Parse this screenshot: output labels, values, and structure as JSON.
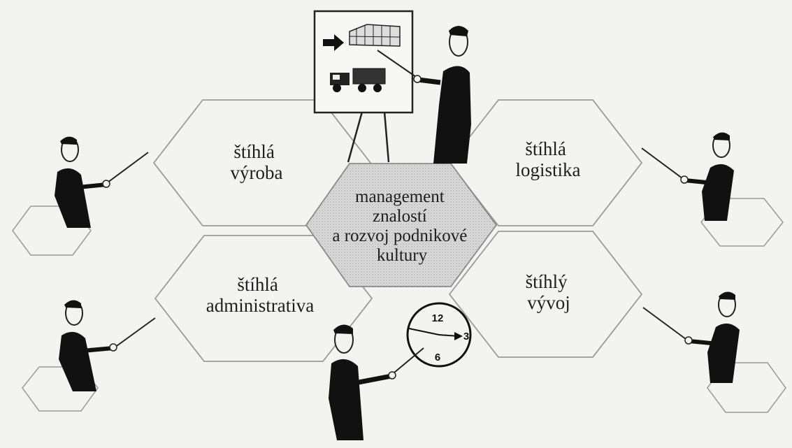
{
  "diagram": {
    "center": {
      "lines": [
        "management",
        "znalostí",
        "a rozvoj podnikové",
        "kultury"
      ]
    },
    "top_left": {
      "lines": [
        "štíhlá",
        "výroba"
      ]
    },
    "top_right": {
      "lines": [
        "štíhlá",
        "logistika"
      ]
    },
    "bottom_left": {
      "lines": [
        "štíhlá",
        "administrativa"
      ]
    },
    "bottom_right": {
      "lines": [
        "štíhlý",
        "vývoj"
      ]
    }
  },
  "clock": {
    "n12": "12",
    "n3": "3",
    "n6": "6"
  },
  "colors": {
    "ink": "#1e1e1e",
    "outline": "#9a9a9a",
    "center_fill": "#cfcfcf",
    "background": "#f3f3f0"
  }
}
